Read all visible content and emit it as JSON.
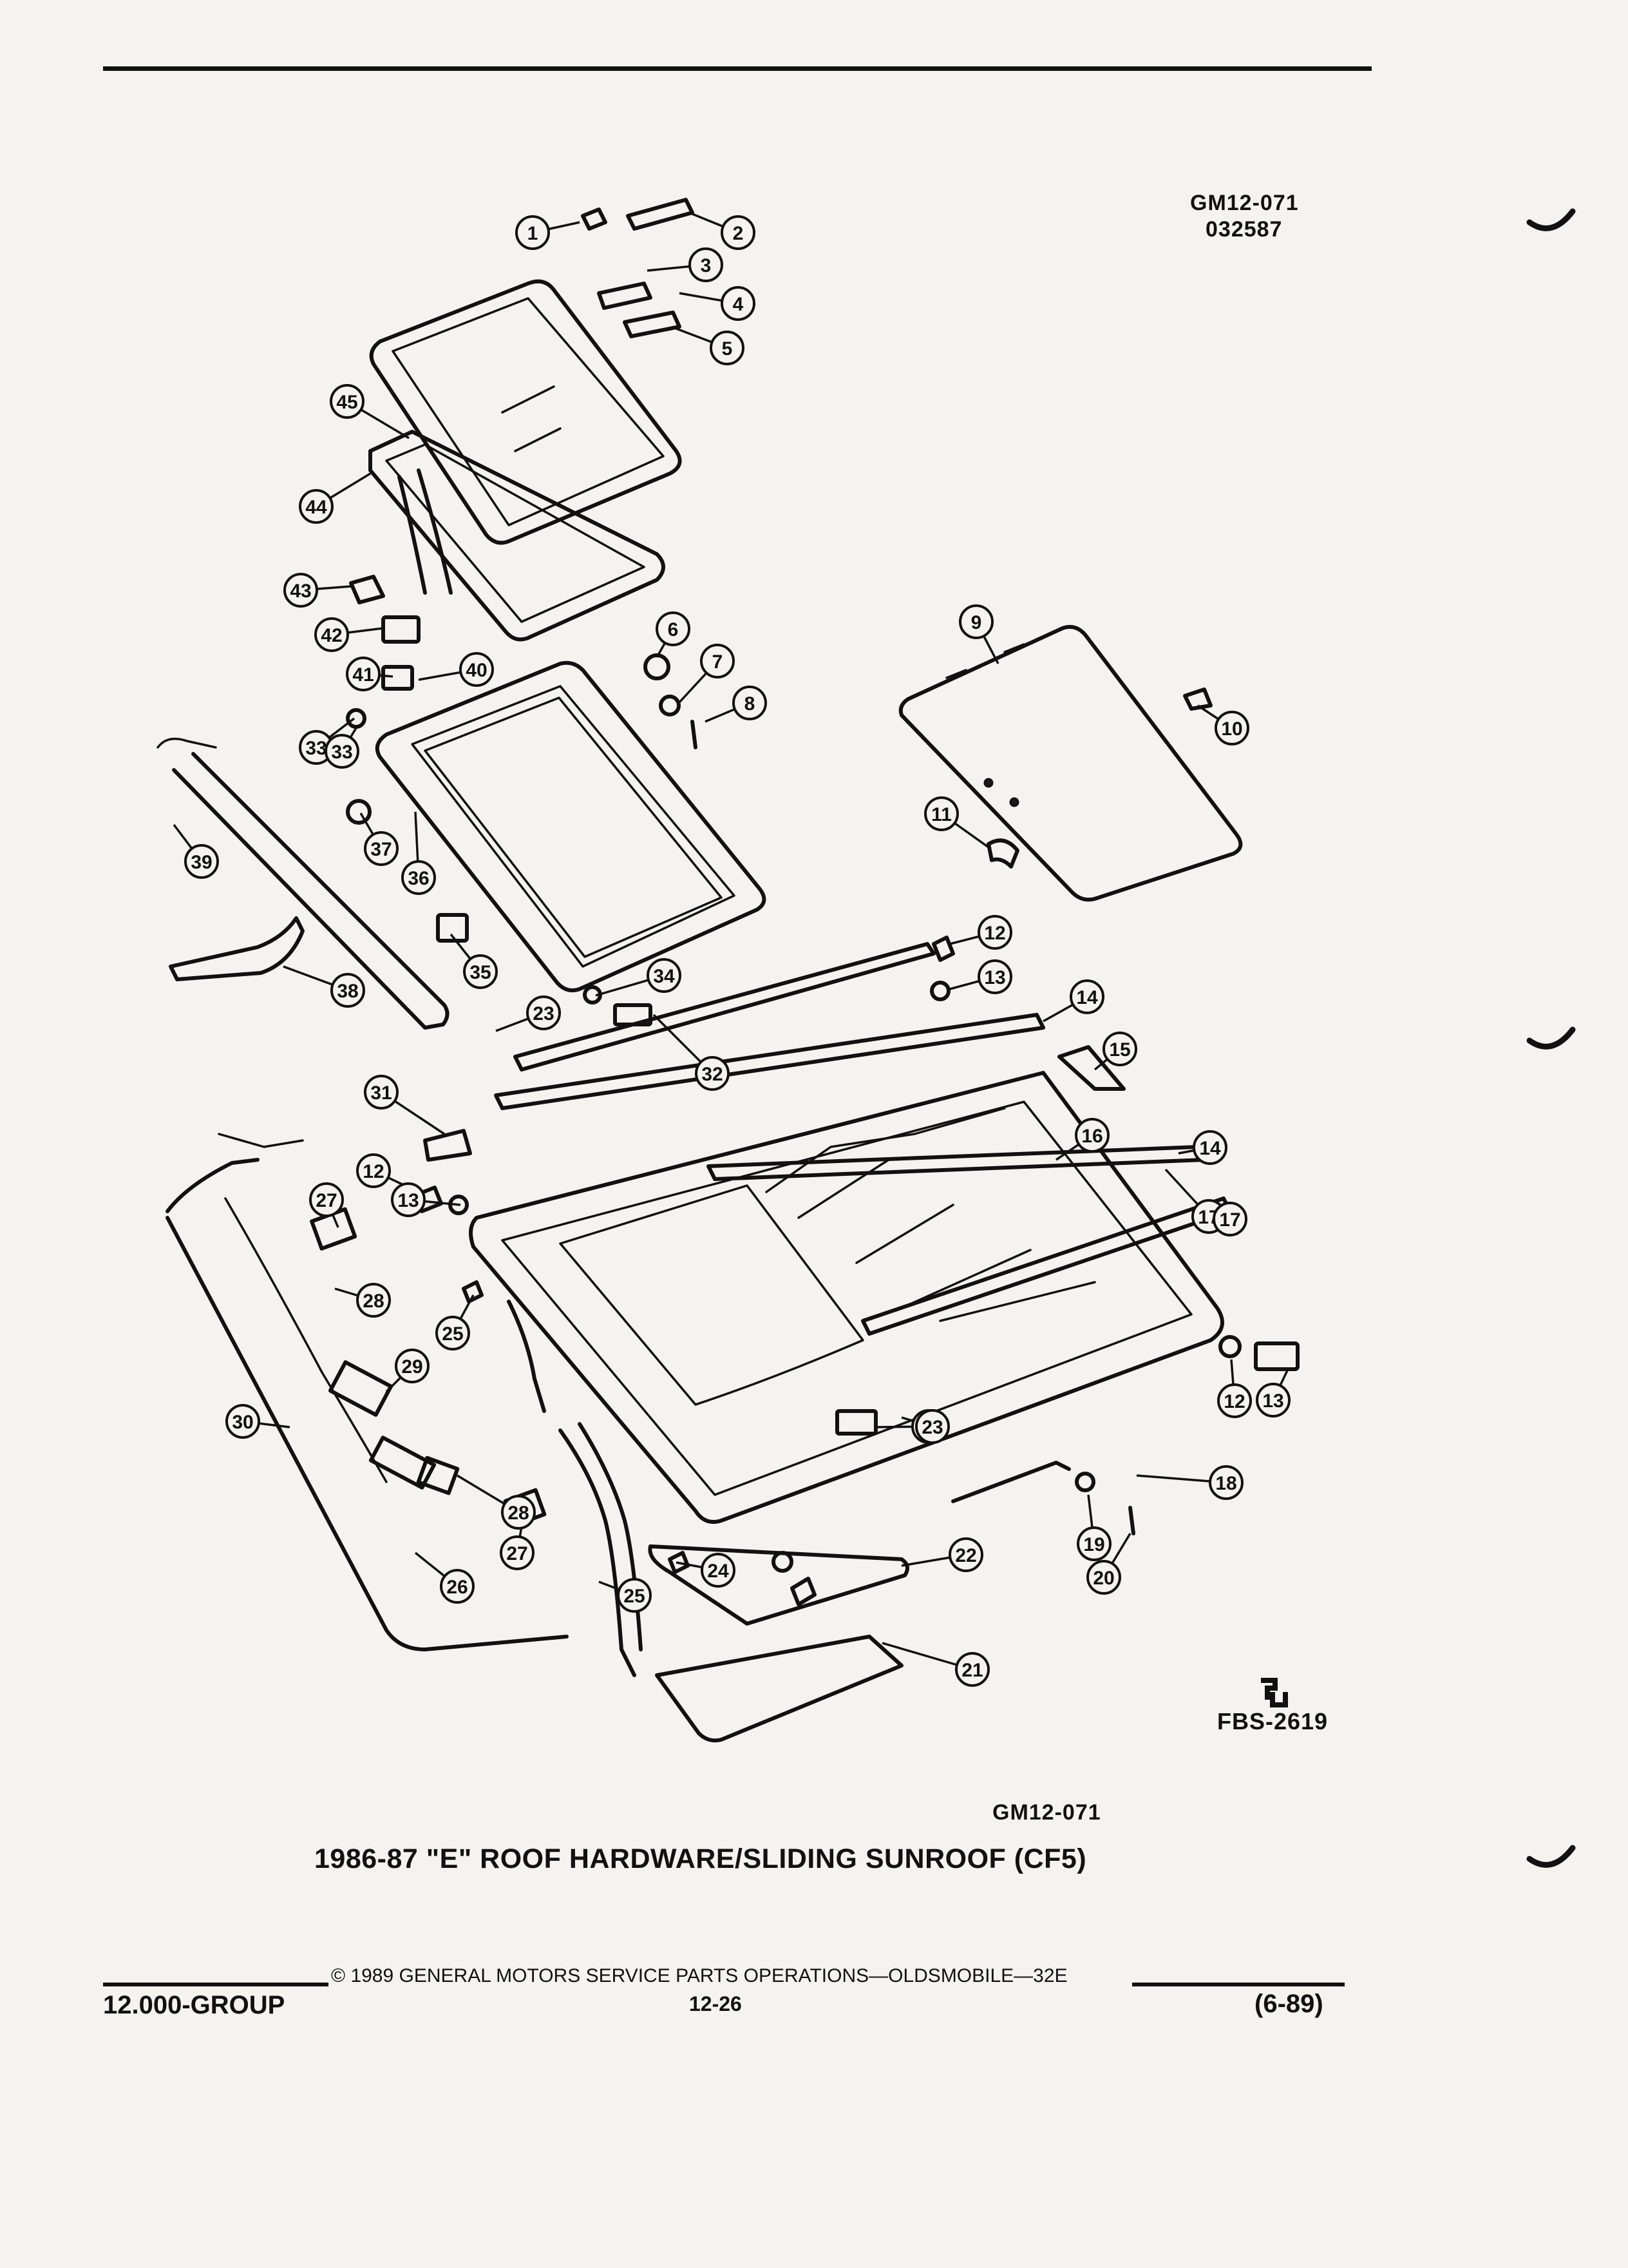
{
  "header": {
    "fig_code": "GM12-071",
    "date_code": "032587"
  },
  "figure": {
    "code": "FBS-2619",
    "caption_code": "GM12-071",
    "title": "1986-87 \"E\" ROOF HARDWARE/SLIDING SUNROOF (CF5)"
  },
  "callouts": [
    "1",
    "2",
    "3",
    "4",
    "5",
    "6",
    "7",
    "8",
    "9",
    "10",
    "11",
    "12",
    "13",
    "14",
    "15",
    "16",
    "17",
    "18",
    "19",
    "20",
    "21",
    "22",
    "23",
    "24",
    "25",
    "26",
    "27",
    "28",
    "29",
    "30",
    "31",
    "32",
    "33",
    "34",
    "35",
    "36",
    "37",
    "38",
    "39",
    "40",
    "41",
    "42",
    "43",
    "44",
    "45"
  ],
  "footer": {
    "copyright": "© 1989 GENERAL MOTORS SERVICE PARTS OPERATIONS—OLDSMOBILE—32E",
    "group": "12.000-GROUP",
    "page": "12-26",
    "revision": "(6-89)"
  }
}
